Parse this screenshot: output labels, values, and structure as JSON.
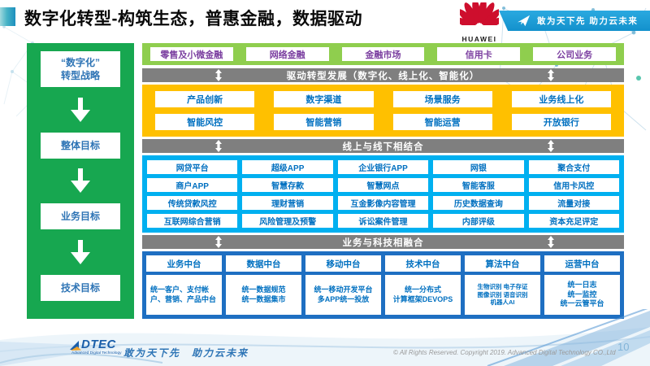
{
  "header": {
    "title": "数字化转型-构筑生态，普惠金融，数据驱动",
    "huawei_logo_text": "HUAWEI",
    "banner_slogan": "敢为天下先 助力云未来"
  },
  "sidebar": {
    "items": [
      "“数字化”\n转型战略",
      "整体目标",
      "业务目标",
      "技术目标"
    ]
  },
  "main": {
    "business_lines": [
      "零售及小微金融",
      "网络金融",
      "金融市场",
      "信用卡",
      "公司业务"
    ],
    "bar1": "驱动转型发展（数字化、线上化、智能化）",
    "capabilities": [
      [
        "产品创新",
        "数字渠道",
        "场景服务",
        "业务线上化"
      ],
      [
        "智能风控",
        "智能营销",
        "智能运营",
        "开放银行"
      ]
    ],
    "bar2": "线上与线下相结合",
    "applications": [
      [
        "网贷平台",
        "超级APP",
        "企业银行APP",
        "网银",
        "聚合支付"
      ],
      [
        "商户APP",
        "智慧存款",
        "智慧网点",
        "智能客服",
        "信用卡风控"
      ],
      [
        "传统贷款风控",
        "理财营销",
        "互金影像内容管理",
        "历史数据查询",
        "流量对接"
      ],
      [
        "互联网综合营销",
        "风险管理及预警",
        "诉讼案件管理",
        "内部评级",
        "资本充足评定"
      ]
    ],
    "bar3": "业务与科技相融合",
    "platforms": [
      {
        "title": "业务中台",
        "body": "统一客户、支付帐户、营销、产品中台"
      },
      {
        "title": "数据中台",
        "body": "统一数据规范\n统一数据集市"
      },
      {
        "title": "移动中台",
        "body": "统一移动开发平台\n多APP统一投放"
      },
      {
        "title": "技术中台",
        "body": "统一分布式\n计算框架DEVOPS"
      },
      {
        "title": "算法中台",
        "body": "生物识别 电子存证\n图像识别 语音识别\n机器人AI"
      },
      {
        "title": "运营中台",
        "body": "统一日志\n统一监控\n统一云管平台"
      }
    ]
  },
  "footer": {
    "logo_text": "DTEC",
    "logo_subtext": "Advanced Digital Technology",
    "slogan": "敢为天下先　助力云未来",
    "copyright": "© All Rights Reserved. Copyright 2019. Advanced Digital Technology CO.,Ltd",
    "page_number": "10"
  },
  "colors": {
    "sidebar_green": "#17A750",
    "business_row_green": "#8FCE4E",
    "driver_bar_gray": "#7F7F7F",
    "capability_yellow": "#FFC000",
    "application_blue": "#00B0F0",
    "platform_blue": "#1E6FC2",
    "box_text_blue": "#0070C0",
    "business_text_purple": "#7B3FA0",
    "huawei_red": "#CE0E2D",
    "banner_blue": "#189BD5"
  }
}
